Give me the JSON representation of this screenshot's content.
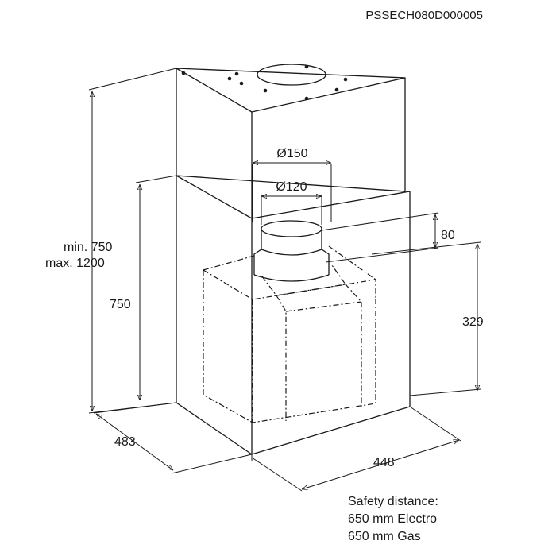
{
  "model_code": "PSSECH080D000005",
  "dimensions": {
    "outer_diameter": "Ø150",
    "inner_diameter": "Ø120",
    "height_min": "min. 750",
    "height_max": "max. 1200",
    "lower_height": "750",
    "collar_height": "80",
    "filter_height": "329",
    "depth": "483",
    "width": "448"
  },
  "safety_note": {
    "title": "Safety distance:",
    "line_electro": "650 mm Electro",
    "line_gas": "650 mm Gas"
  }
}
